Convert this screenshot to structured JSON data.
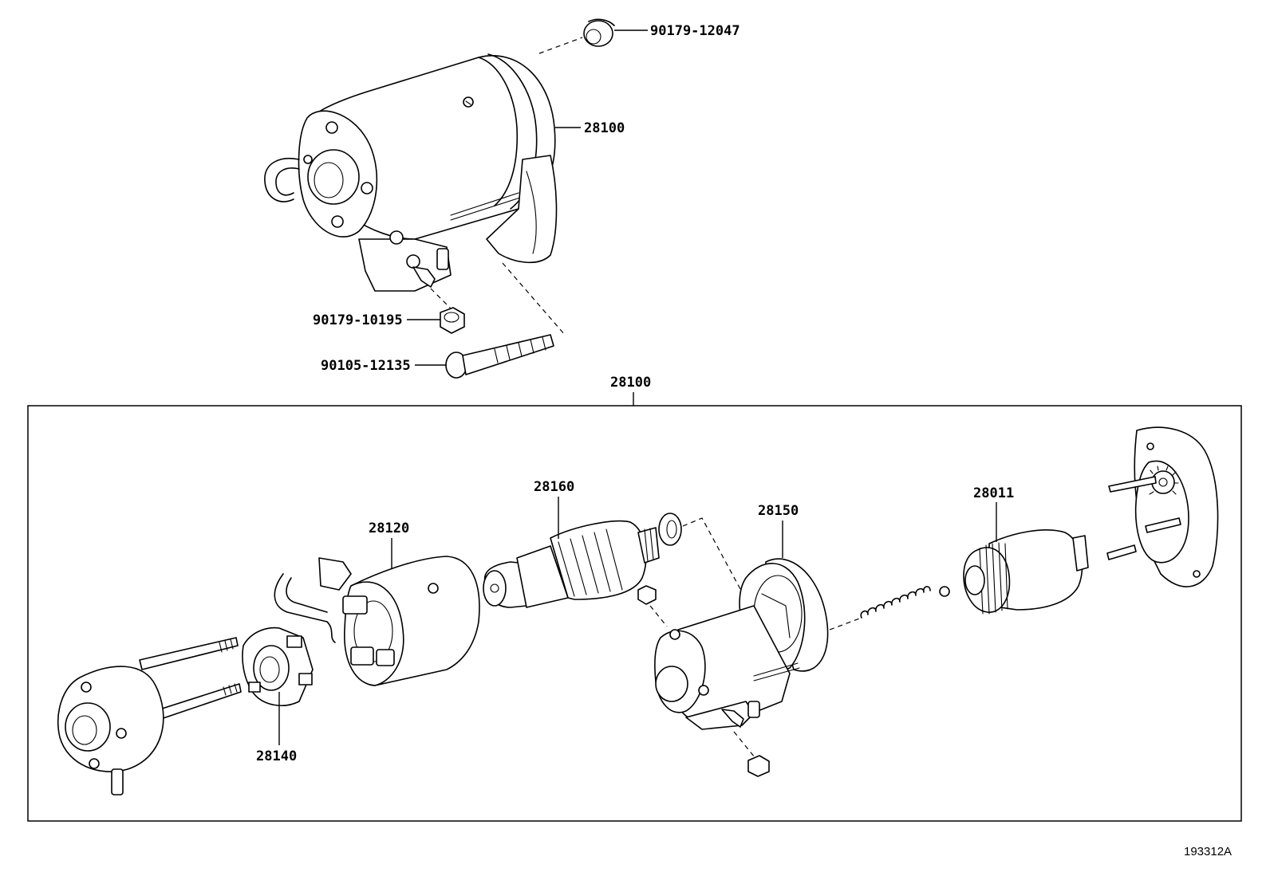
{
  "labels": {
    "p90179_12047": "90179-12047",
    "p28100_top": "28100",
    "p90179_10195": "90179-10195",
    "p90105_12135": "90105-12135",
    "p28100_box": "28100",
    "p28160": "28160",
    "p28150": "28150",
    "p28011": "28011",
    "p28120": "28120",
    "p28140": "28140"
  },
  "reference_code": "193312A"
}
